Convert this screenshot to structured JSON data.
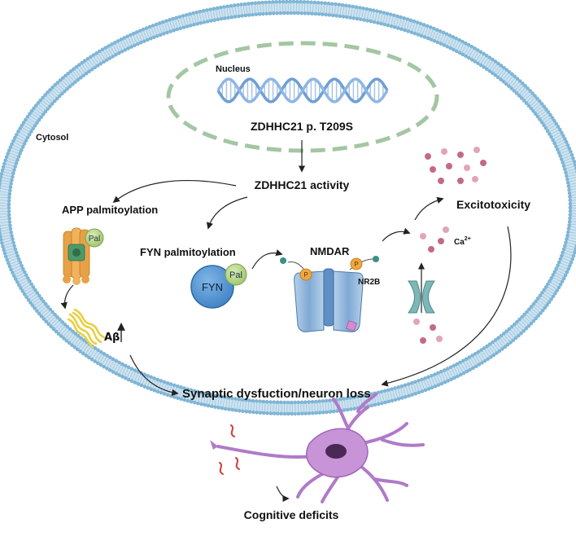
{
  "labels": {
    "nucleus": "Nucleus",
    "cytosol": "Cytosol",
    "mutation": "ZDHHC21 p. T209S",
    "activity": "ZDHHC21 activity",
    "app_palm": "APP palmitoylation",
    "fyn_palm": "FYN palmitoylation",
    "nmdar": "NMDAR",
    "nr2b": "NR2B",
    "excitotoxicity": "Excitotoxicity",
    "ca_base": "Ca",
    "ca_sup": "2+",
    "abeta": "Aβ",
    "synaptic": "Synaptic dysfuction/neuron loss",
    "cognitive": "Cognitive deficits",
    "pal_app": "Pal",
    "pal_fyn": "Pal",
    "fyn": "FYN",
    "p1": "P",
    "p2": "P"
  },
  "colors": {
    "membrane": "#7fb5d5",
    "nucleus_dash": "#a3c6a3",
    "dna_a": "#7aa6d6",
    "dna_b": "#9bbbe0",
    "fyn": "#5b9bd5",
    "pal": "#b9d98c",
    "app": "#e8a146",
    "nmdar": "#8fb6d9",
    "ca": "#c46a85",
    "neuron": "#b07ac8",
    "phospho": "#f0a640",
    "red_wave": "#d63a3a"
  },
  "icons": [
    "dna-icon",
    "app-protein-icon",
    "fyn-protein-icon",
    "nmdar-channel-icon",
    "calcium-channel-icon",
    "abeta-fibrils-icon",
    "neuron-icon"
  ]
}
